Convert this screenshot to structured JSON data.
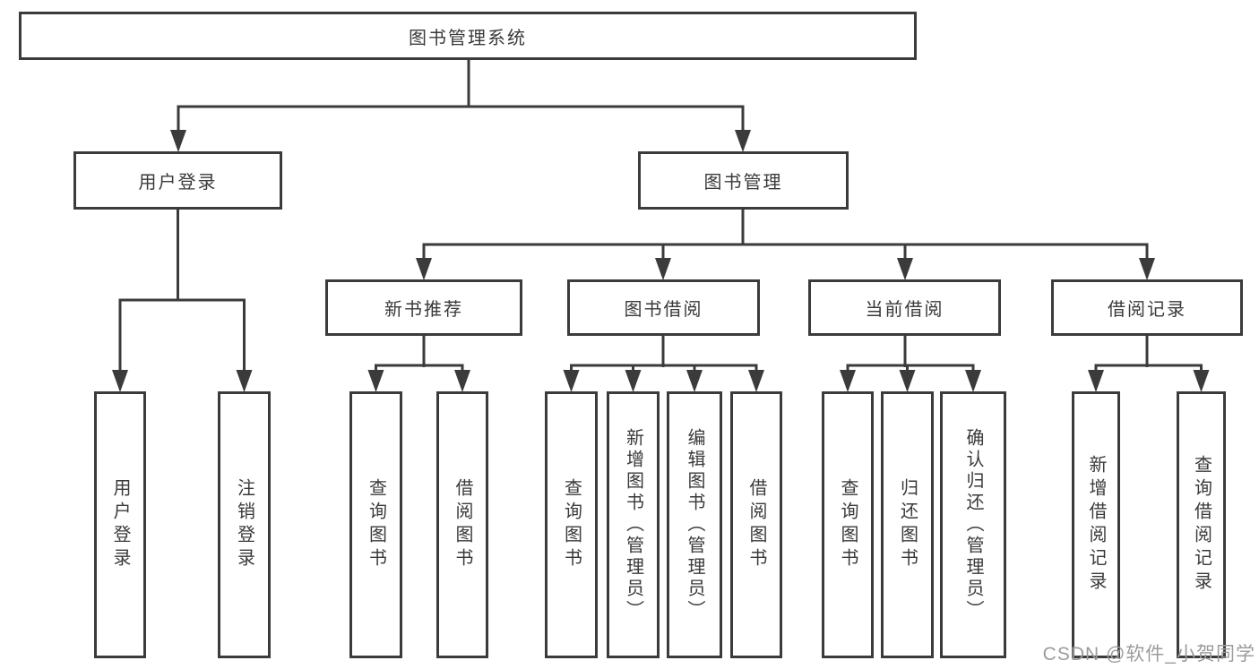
{
  "diagram": {
    "root": {
      "label": "图书管理系统"
    },
    "user_login": {
      "label": "用户登录",
      "children": [
        {
          "label": "用户登录"
        },
        {
          "label": "注销登录"
        }
      ]
    },
    "book_management": {
      "label": "图书管理",
      "sections": [
        {
          "label": "新书推荐",
          "children": [
            {
              "label": "查询图书"
            },
            {
              "label": "借阅图书"
            }
          ]
        },
        {
          "label": "图书借阅",
          "children": [
            {
              "label": "查询图书"
            },
            {
              "label": "新增图书（管理员）"
            },
            {
              "label": "编辑图书（管理员）"
            },
            {
              "label": "借阅图书"
            }
          ]
        },
        {
          "label": "当前借阅",
          "children": [
            {
              "label": "查询图书"
            },
            {
              "label": "归还图书"
            },
            {
              "label": "确认归还（管理员）"
            }
          ]
        },
        {
          "label": "借阅记录",
          "children": [
            {
              "label": "新增借阅记录"
            },
            {
              "label": "查询借阅记录"
            }
          ]
        }
      ]
    }
  },
  "watermark": {
    "text": "CSDN @软件_小贺同学"
  },
  "colors": {
    "line": "#3b3b3b",
    "text": "#3a3a3a",
    "watermark": "#9c9c9c",
    "background": "#ffffff"
  }
}
